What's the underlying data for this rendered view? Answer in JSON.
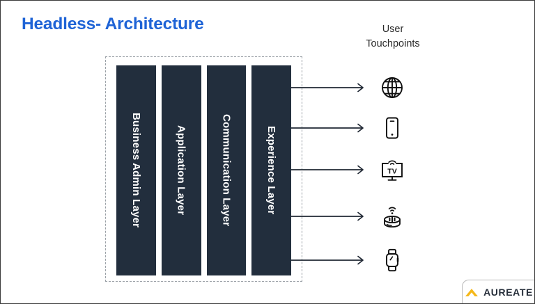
{
  "slide": {
    "title": "Headless- Architecture",
    "title_color": "#1E63D6",
    "background_color": "#FFFFFF"
  },
  "architecture": {
    "container_style": "dashed-border",
    "box_color": "#222E3D",
    "box_text_color": "#FFFFFF",
    "layers": [
      {
        "label": "Business Admin Layer",
        "icon": "layer-box-icon"
      },
      {
        "label": "Application Layer",
        "icon": "layer-box-icon"
      },
      {
        "label": "Communication Layer",
        "icon": "layer-box-icon"
      },
      {
        "label": "Experience Layer",
        "icon": "layer-box-icon"
      }
    ]
  },
  "touchpoints": {
    "heading_line1": "User",
    "heading_line2": "Touchpoints",
    "heading_color": "#2B2B2B",
    "arrow_color": "#1F2733",
    "items": [
      {
        "icon": "globe-icon",
        "name": "web"
      },
      {
        "icon": "mobile-phone-icon",
        "name": "mobile"
      },
      {
        "icon": "smart-tv-icon",
        "name": "smart-tv",
        "screen_text": "TV"
      },
      {
        "icon": "smart-speaker-icon",
        "name": "voice-assistant"
      },
      {
        "icon": "smartwatch-icon",
        "name": "wearable"
      }
    ]
  },
  "branding": {
    "logo_text": "AUREATE",
    "logo_mark": "chevron-up-icon",
    "logo_mark_color": "#F5B81A",
    "logo_text_color": "#262E3A"
  }
}
